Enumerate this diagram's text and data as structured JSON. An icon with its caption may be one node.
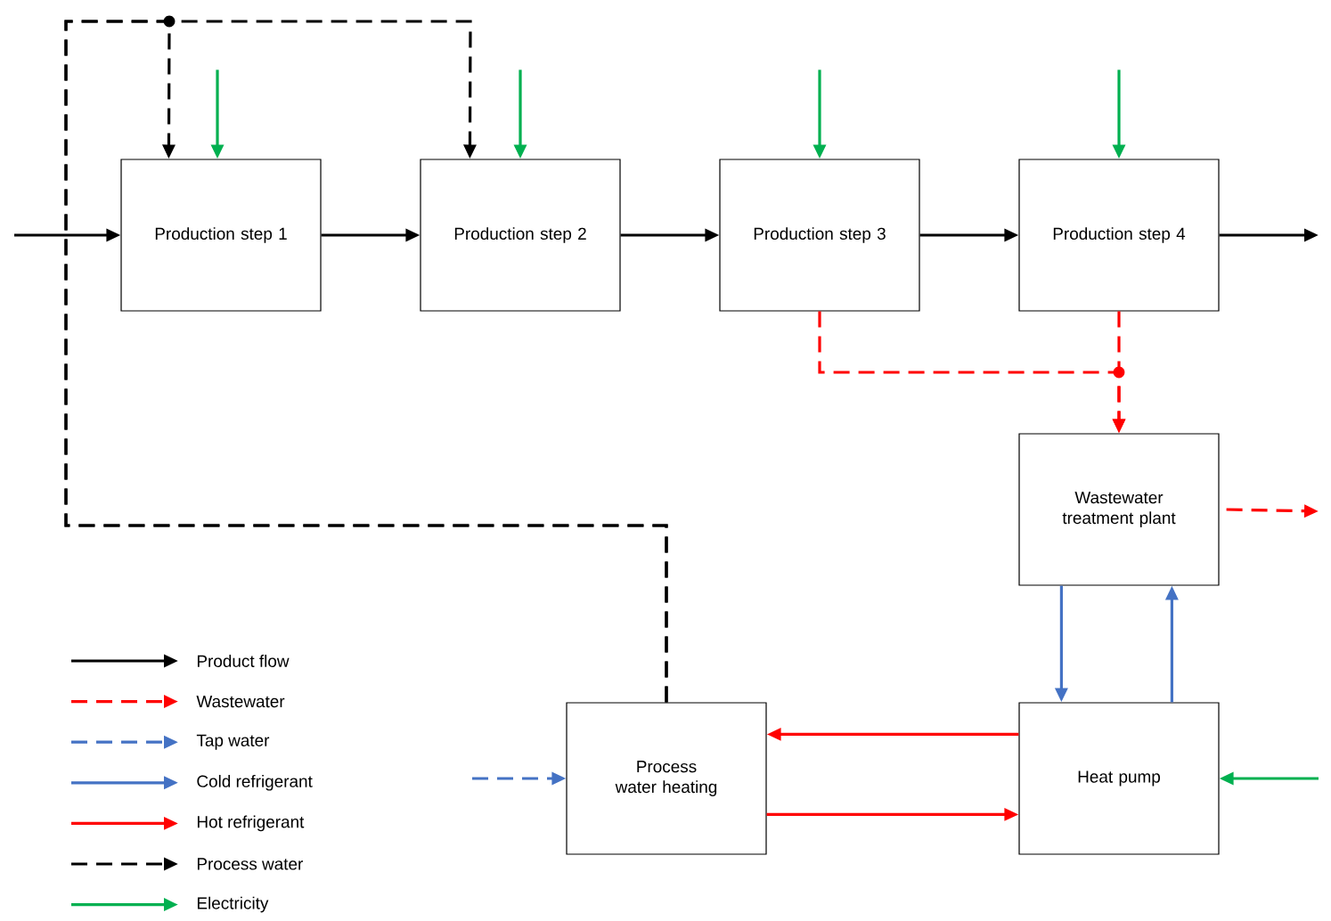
{
  "diagram": {
    "nodes": [
      {
        "text": [
          "Production step 1"
        ]
      },
      {
        "text": [
          "Production step 2"
        ]
      },
      {
        "text": [
          "Production step 3"
        ]
      },
      {
        "text": [
          "Production step 4"
        ]
      },
      {
        "text": [
          "Wastewater treatment plant"
        ]
      },
      {
        "text": [
          "Process water heating"
        ]
      },
      {
        "text": [
          "Heat pump"
        ]
      }
    ],
    "edges": [
      {
        "from": null,
        "to": 0,
        "arrow": "to",
        "color": "#000000"
      },
      {
        "from": 0,
        "to": 1,
        "arrow": "to",
        "color": "#000000"
      },
      {
        "from": 1,
        "to": 2,
        "arrow": "to",
        "color": "#000000"
      },
      {
        "from": 2,
        "to": 3,
        "arrow": "to",
        "color": "#000000"
      },
      {
        "from": 3,
        "to": null,
        "arrow": "to",
        "color": "#000000"
      },
      {
        "from": null,
        "to": 0,
        "arrow": "to",
        "color": "#00b050"
      },
      {
        "from": null,
        "to": 1,
        "arrow": "to",
        "color": "#00b050"
      },
      {
        "from": null,
        "to": 2,
        "arrow": "to",
        "color": "#00b050"
      },
      {
        "from": null,
        "to": 3,
        "arrow": "to",
        "color": "#00b050"
      },
      {
        "from": 5,
        "to": 0,
        "arrow": "to",
        "style": "dashed",
        "color": "#000000"
      },
      {
        "from": 5,
        "to": 1,
        "arrow": "to",
        "style": "dashed",
        "color": "#000000"
      },
      {
        "from": 2,
        "to": 4,
        "arrow": "to",
        "style": "dashed",
        "color": "#ff0000"
      },
      {
        "from": 3,
        "to": 4,
        "arrow": "to",
        "style": "dashed",
        "color": "#ff0000"
      },
      {
        "from": 4,
        "to": null,
        "arrow": "to",
        "style": "dashed",
        "color": "#ff0000"
      },
      {
        "from": 4,
        "to": 6,
        "arrow": "to",
        "color": "#4472c4"
      },
      {
        "from": 6,
        "to": 4,
        "arrow": "to",
        "color": "#4472c4"
      },
      {
        "from": 6,
        "to": 5,
        "arrow": "to",
        "color": "#ff0000"
      },
      {
        "from": 5,
        "to": 6,
        "arrow": "to",
        "color": "#ff0000"
      },
      {
        "from": null,
        "to": 5,
        "arrow": "to",
        "style": "dashed",
        "color": "#4472c4"
      },
      {
        "from": null,
        "to": 6,
        "arrow": "to",
        "color": "#00b050"
      }
    ],
    "legend": [
      {
        "text": "Product flow"
      },
      {
        "text": "Wastewater"
      },
      {
        "text": "Tap water"
      },
      {
        "text": "Cold refrigerant"
      },
      {
        "text": "Hot refrigerant"
      },
      {
        "text": "Process water"
      },
      {
        "text": "Electricity"
      }
    ]
  }
}
